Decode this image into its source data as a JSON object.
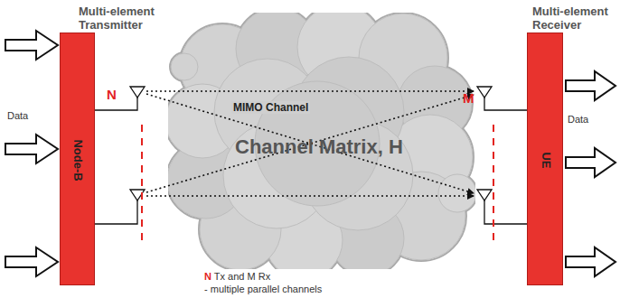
{
  "diagram": {
    "nodes": [
      {
        "text": [
          "Multi-element Transmitter",
          "Node-B"
        ]
      },
      {
        "text": [
          "MIMO Channel",
          "Channel Matrix, H"
        ]
      },
      {
        "text": [
          "Multi-element Receiver",
          "UE"
        ]
      }
    ],
    "labels": [
      "Data",
      "Data",
      "N",
      "M",
      "N Tx and M Rx",
      "- multiple parallel channels"
    ]
  }
}
